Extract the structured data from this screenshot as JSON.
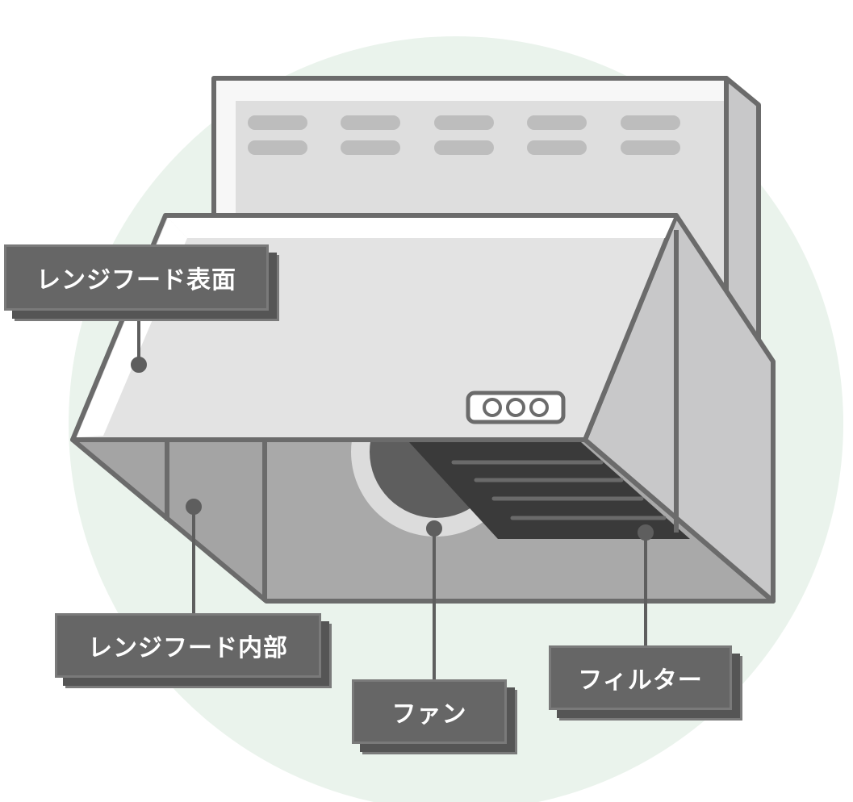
{
  "labels": {
    "surface": "レンジフード表面",
    "interior": "レンジフード内部",
    "fan": "ファン",
    "filter": "フィルター"
  },
  "colors": {
    "background_circle": "#eaf3ec",
    "outline": "#6b6b6b",
    "label_box": "#666666",
    "filter": "#3a3a3a"
  }
}
